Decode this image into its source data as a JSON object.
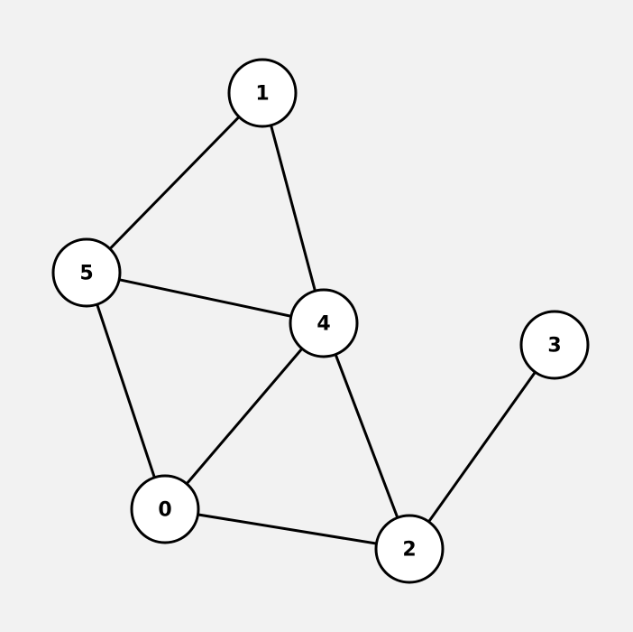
{
  "graph": {
    "nodes": [
      {
        "id": "1",
        "label": "1"
      },
      {
        "id": "5",
        "label": "5"
      },
      {
        "id": "4",
        "label": "4"
      },
      {
        "id": "3",
        "label": "3"
      },
      {
        "id": "0",
        "label": "0"
      },
      {
        "id": "2",
        "label": "2"
      }
    ],
    "edges": [
      {
        "from": "1",
        "to": "5"
      },
      {
        "from": "1",
        "to": "4"
      },
      {
        "from": "5",
        "to": "4"
      },
      {
        "from": "5",
        "to": "0"
      },
      {
        "from": "4",
        "to": "0"
      },
      {
        "from": "4",
        "to": "2"
      },
      {
        "from": "0",
        "to": "2"
      },
      {
        "from": "2",
        "to": "3"
      }
    ],
    "colors": {
      "background": "#f2f2f2",
      "node_fill": "#ffffff",
      "stroke": "#000000",
      "label": "#000000"
    }
  }
}
